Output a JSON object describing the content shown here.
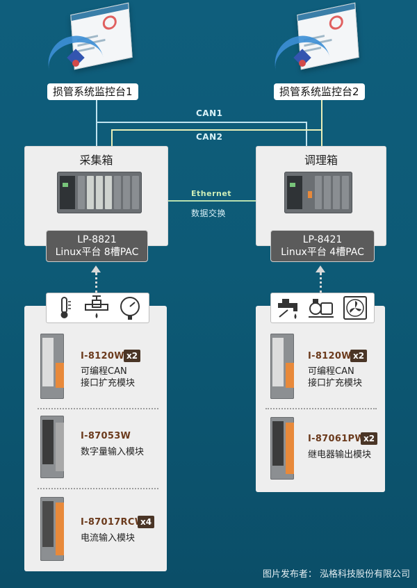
{
  "monitors": [
    {
      "label": "损管系统监控台1"
    },
    {
      "label": "损管系统监控台2"
    }
  ],
  "connections": {
    "can1": "CAN1",
    "can2": "CAN2",
    "ethernet": "Ethernet",
    "data_exchange": "数据交换"
  },
  "boxes": [
    {
      "title": "采集箱",
      "model_line1": "LP-8821",
      "model_line2": "Linux平台 8槽PAC"
    },
    {
      "title": "调理箱",
      "model_line1": "LP-8421",
      "model_line2": "Linux平台 4槽PAC"
    }
  ],
  "left_icons": [
    "thermometer-icon",
    "valve-icon",
    "pressure-gauge-icon"
  ],
  "right_icons": [
    "faucet-icon",
    "pump-icon",
    "fan-icon"
  ],
  "left_modules": [
    {
      "name": "I-8120W",
      "badge": "x2",
      "desc": "可编程CAN\n接口扩充模块"
    },
    {
      "name": "I-87053W",
      "badge": "",
      "desc": "数字量输入模块"
    },
    {
      "name": "I-87017RCW",
      "badge": "x4",
      "desc": "电流输入模块"
    }
  ],
  "right_modules": [
    {
      "name": "I-8120W",
      "badge": "x2",
      "desc": "可编程CAN\n接口扩充模块"
    },
    {
      "name": "I-87061PW",
      "badge": "x2",
      "desc": "继电器输出模块"
    }
  ],
  "footer": "图片发布者： 泓格科技股份有限公司",
  "colors": {
    "background": "#0d5a76",
    "can1": "#bfe3ef",
    "can2": "#e9f0b8",
    "ethernet": "#b8e0b0",
    "badge": "#4a3526",
    "module_name": "#6b3a1c"
  }
}
